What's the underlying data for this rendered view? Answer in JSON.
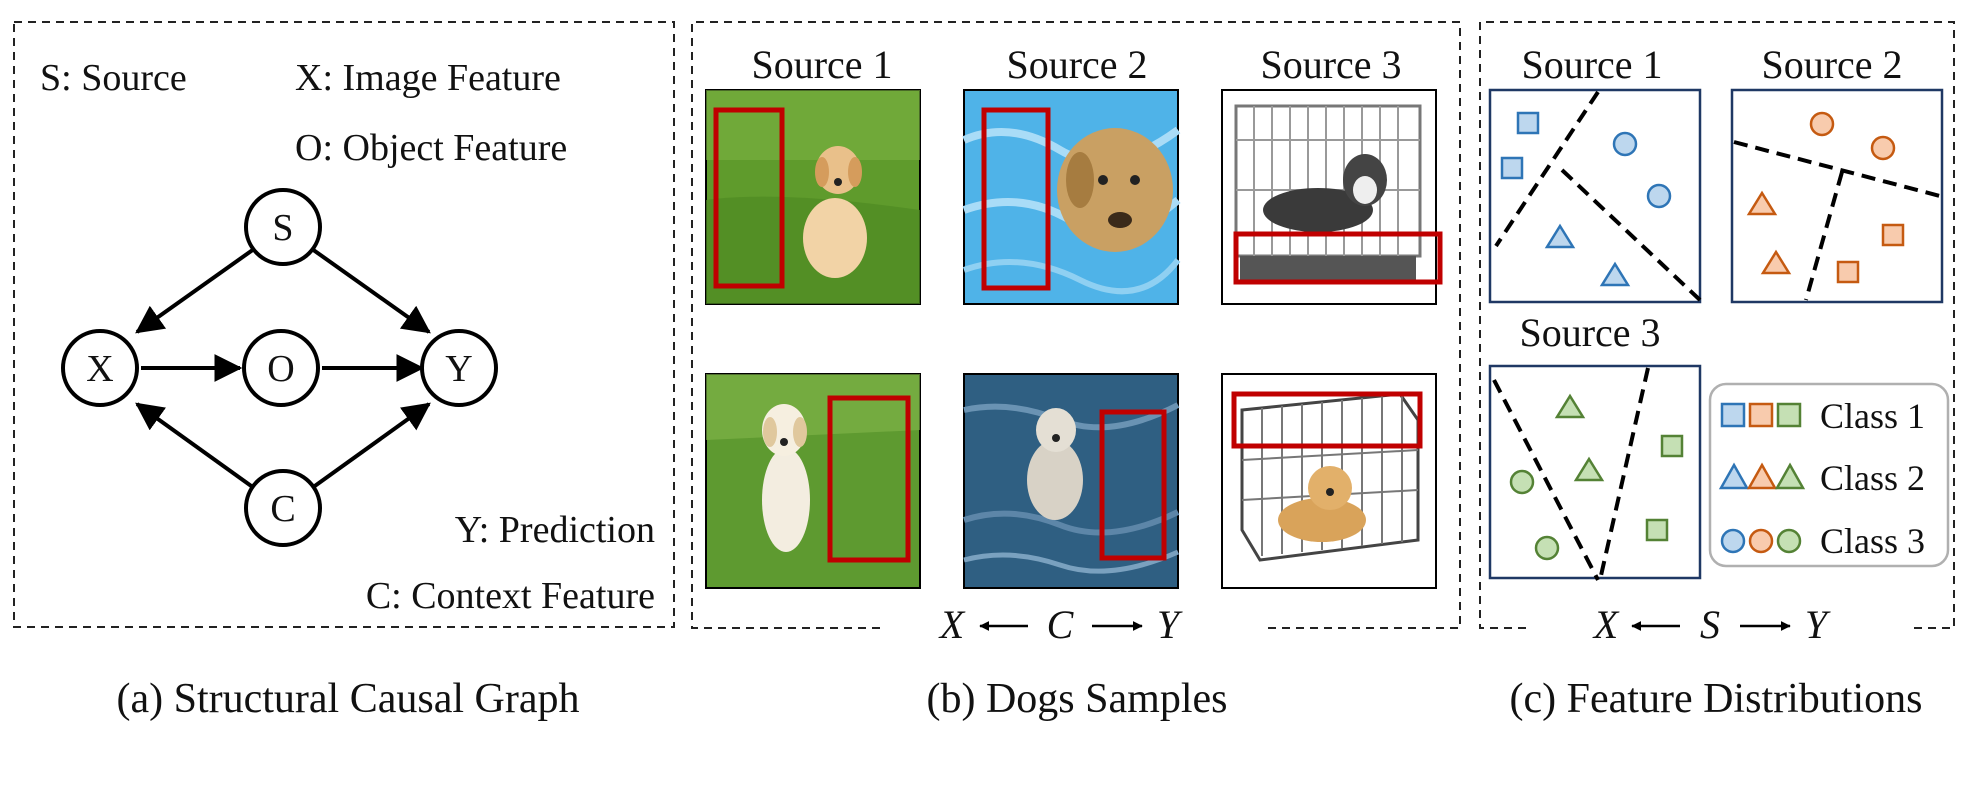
{
  "panel_a": {
    "legend": {
      "s": "S: Source",
      "x": "X: Image Feature",
      "o": "O: Object Feature",
      "y": "Y: Prediction",
      "c": "C: Context Feature"
    },
    "nodes": {
      "s": "S",
      "x": "X",
      "o": "O",
      "y": "Y",
      "c": "C"
    },
    "caption": "(a) Structural Causal Graph"
  },
  "panel_b": {
    "col_titles": [
      "Source 1",
      "Source 2",
      "Source 3"
    ],
    "formula": {
      "left": "X",
      "mid": "C",
      "right": "Y"
    },
    "caption": "(b) Dogs Samples",
    "images": [
      "puppy-on-grass",
      "dog-in-pool",
      "husky-in-cage",
      "puppy-on-grass",
      "dog-in-water",
      "dog-in-cage"
    ]
  },
  "panel_c": {
    "titles": [
      "Source 1",
      "Source 2",
      "Source 3"
    ],
    "formula": {
      "left": "X",
      "mid": "S",
      "right": "Y"
    },
    "legend": [
      "Class 1",
      "Class 2",
      "Class 3"
    ],
    "caption": "(c) Feature Distributions",
    "colors": {
      "source1": "#5b9bd5",
      "source2": "#ed7d31",
      "source3": "#70ad47"
    }
  },
  "colors": {
    "highlight_box": "#c00000",
    "frame": "#1f3864"
  }
}
